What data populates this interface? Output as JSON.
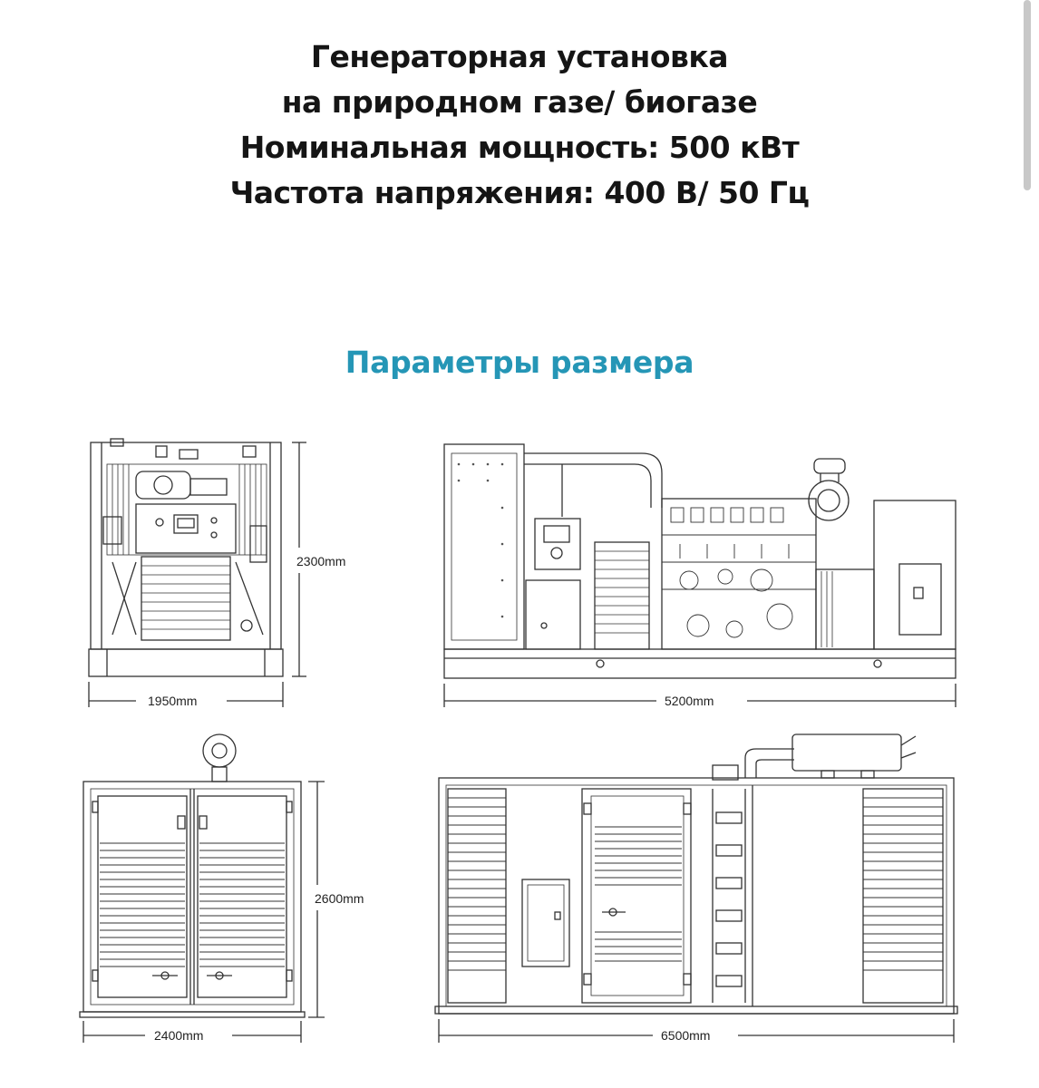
{
  "header": {
    "line1": "Генераторная установка",
    "line2": "на природном газе/ биогазе",
    "line3": "Номинальная мощность: 500 кВт",
    "line4": "Частота напряжения: 400 В/ 50 Гц"
  },
  "section_title": "Параметры размера",
  "dimensions": {
    "open_front_height": "2300mm",
    "open_front_width": "1950mm",
    "open_side_length": "5200mm",
    "canopy_height": "2600mm",
    "canopy_width": "2400mm",
    "canopy_length": "6500mm"
  },
  "colors": {
    "section_title": "#2596b6",
    "title": "#151515",
    "line": "#333333"
  }
}
